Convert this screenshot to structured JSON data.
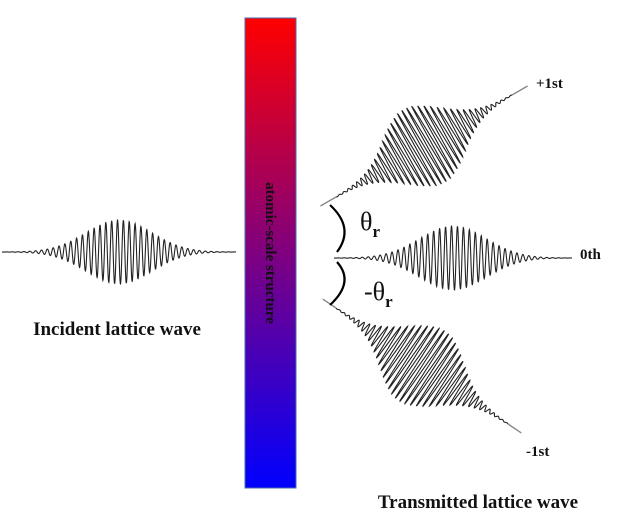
{
  "structure": {
    "label": "atomic-scale structure",
    "gradient_top": "#ff0000",
    "gradient_bottom": "#0000ff"
  },
  "incident": {
    "caption": "Incident lattice wave"
  },
  "transmitted": {
    "caption": "Transmitted lattice wave"
  },
  "orders": {
    "plus1": "+1st",
    "zero": "0th",
    "minus1": "-1st"
  },
  "angles": {
    "upper_symbol": "θ",
    "upper_sub": "r",
    "lower_symbol": "-θ",
    "lower_sub": "r"
  },
  "colors": {
    "wave": "#222222",
    "tail": "#888888",
    "arc": "#000000"
  }
}
